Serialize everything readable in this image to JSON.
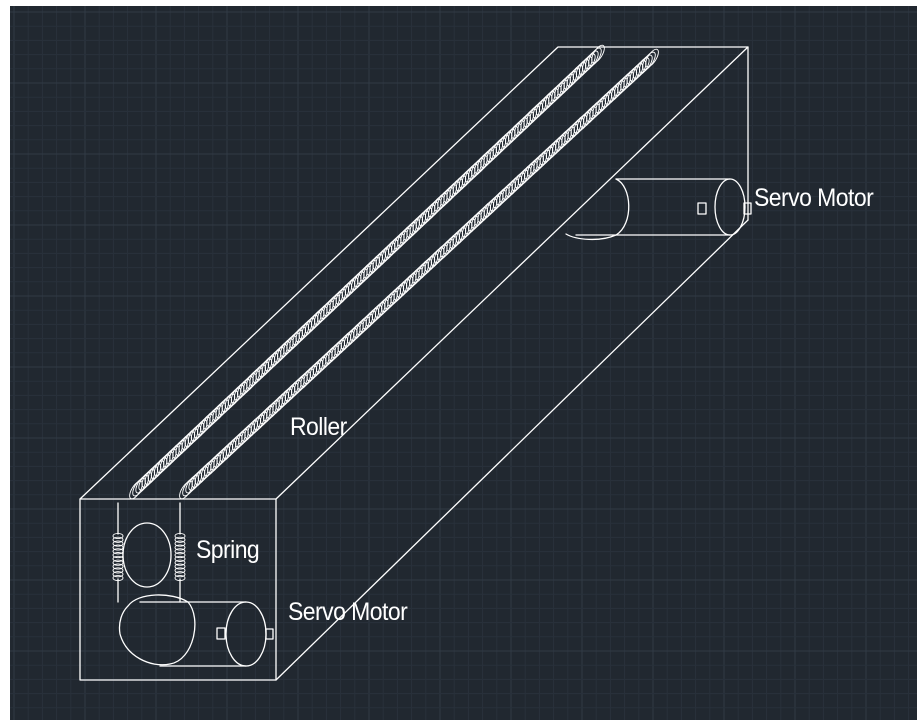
{
  "colors": {
    "background": "#212830",
    "grid_minor": "#29313b",
    "grid_major": "#313a45",
    "line": "#ffffff"
  },
  "labels": {
    "servo_motor_top": "Servo Motor",
    "roller": "Roller",
    "spring": "Spring",
    "servo_motor_bottom": "Servo Motor"
  }
}
